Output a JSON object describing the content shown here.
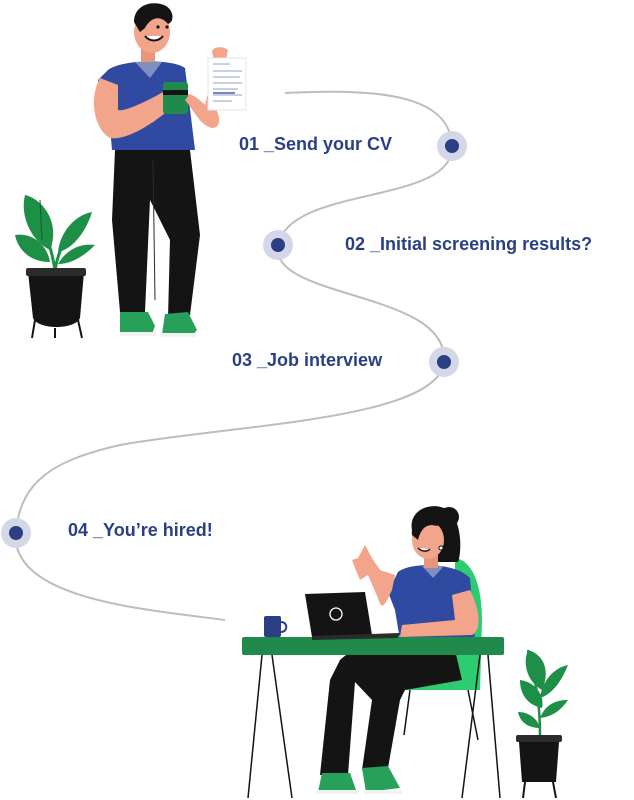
{
  "steps": [
    {
      "number": "01",
      "label": "01 _Send your CV"
    },
    {
      "number": "02",
      "label": "02 _Initial screening results?"
    },
    {
      "number": "03",
      "label": "03 _Job interview"
    },
    {
      "number": "04",
      "label": "04 _You’re hired!"
    }
  ],
  "colors": {
    "label_text": "#2a3f84",
    "path_line": "#bdbdbd",
    "node_outer": "#d3d7e8",
    "node_inner": "#2a3f84",
    "shirt": "#2f4aa0",
    "trousers": "#141414",
    "shoes": "#27a05a",
    "desk": "#1f8a4c",
    "chair": "#2ecc71",
    "plant_leaf": "#1e8f47",
    "pot": "#141414",
    "skin": "#f2a58a"
  },
  "icons": {
    "cv_document": "cv-document-icon",
    "laptop": "laptop-icon",
    "coffee_cup": "coffee-cup-icon"
  }
}
